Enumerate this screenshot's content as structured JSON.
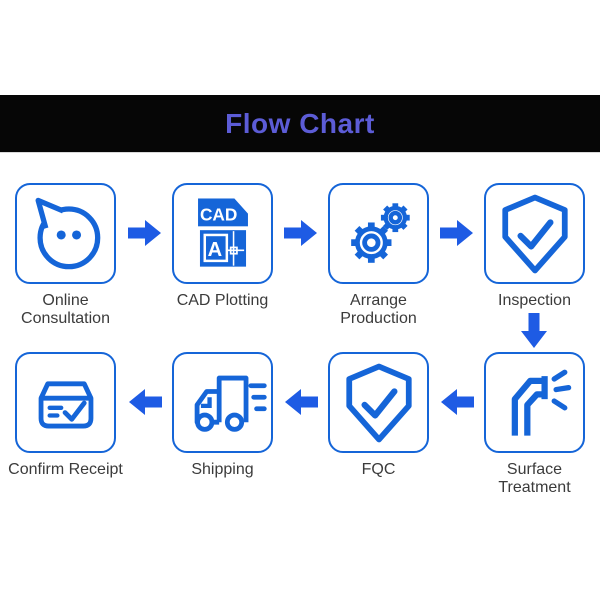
{
  "header": {
    "title": "Flow Chart"
  },
  "colors": {
    "page_bg": "#ffffff",
    "header_bg": "#060606",
    "header_text": "#5c5cd6",
    "icon_blue": "#1565d8",
    "arrow_blue": "#1e5be4",
    "label_color": "#3b3b3b",
    "box_bg": "#ffffff"
  },
  "rows": [
    {
      "arrow_direction": "right",
      "steps": [
        {
          "label": "Online Consultation",
          "icon": "chat-bubble-icon"
        },
        {
          "label": "CAD Plotting",
          "icon": "cad-file-icon",
          "icon_text": {
            "top": "CAD",
            "letter": "A"
          }
        },
        {
          "label": "Arrange Production",
          "icon": "gears-icon"
        },
        {
          "label": "Inspection",
          "icon": "shield-check-icon"
        }
      ]
    },
    {
      "arrow_direction": "left",
      "steps": [
        {
          "label": "Confirm Receipt",
          "icon": "package-check-icon"
        },
        {
          "label": "Shipping",
          "icon": "truck-icon"
        },
        {
          "label": "FQC",
          "icon": "shield-check-icon"
        },
        {
          "label": "Surface Treatment",
          "icon": "pipe-spray-icon"
        }
      ]
    }
  ],
  "connector": {
    "from": "Inspection",
    "to": "Surface Treatment",
    "direction": "down"
  },
  "flow_sequence": [
    "Online Consultation",
    "CAD Plotting",
    "Arrange Production",
    "Inspection",
    "Surface Treatment",
    "FQC",
    "Shipping",
    "Confirm Receipt"
  ]
}
